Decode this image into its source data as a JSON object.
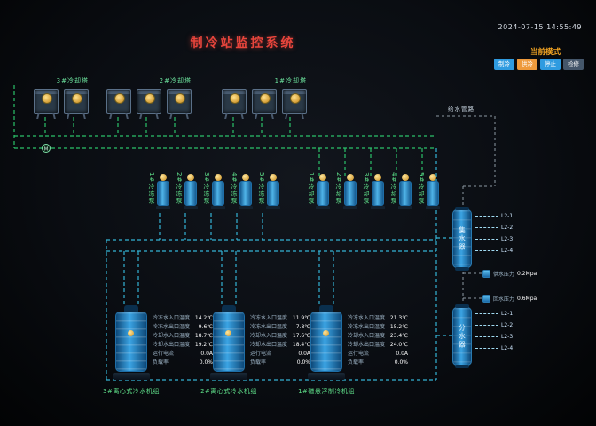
{
  "header": {
    "title": "制冷站监控系统",
    "timestamp": "2024-07-15  14:55:49"
  },
  "mode": {
    "label": "当前模式",
    "buttons": [
      {
        "label": "制冷"
      },
      {
        "label": "供冷"
      },
      {
        "label": "停止"
      },
      {
        "label": "检修"
      }
    ]
  },
  "colors": {
    "title_red": "#e8453c",
    "mode_orange": "#f5a623",
    "pipe_green": "#2fd573",
    "pipe_cyan": "#39c5ea",
    "equipment_blue": "#3ba4e4"
  },
  "cooling_towers": {
    "groups": [
      {
        "label": "3#冷却塔"
      },
      {
        "label": "2#冷却塔"
      },
      {
        "label": "1#冷却塔"
      }
    ]
  },
  "supply_line": {
    "label": "给水管路"
  },
  "valve": {
    "symbol": "M"
  },
  "pumps": {
    "chilled": [
      {
        "label": "1#冷冻泵"
      },
      {
        "label": "2#冷冻泵"
      },
      {
        "label": "3#冷冻泵"
      },
      {
        "label": "4#冷冻泵"
      },
      {
        "label": "5#冷冻泵"
      }
    ],
    "cooling": [
      {
        "label": "1#冷却泵"
      },
      {
        "label": "2#冷却泵"
      },
      {
        "label": "3#冷却泵"
      },
      {
        "label": "4#冷却泵"
      },
      {
        "label": "5#冷却泵"
      }
    ]
  },
  "chillers": [
    {
      "name": "3#离心式冷水机组",
      "rows": [
        {
          "label": "冷冻水入口温度",
          "value": "14.2℃"
        },
        {
          "label": "冷冻水出口温度",
          "value": "9.6℃"
        },
        {
          "label": "冷却水入口温度",
          "value": "18.7℃"
        },
        {
          "label": "冷却水出口温度",
          "value": "19.2℃"
        },
        {
          "label": "运行电流",
          "value": "0.0A"
        },
        {
          "label": "负载率",
          "value": "0.0%"
        }
      ]
    },
    {
      "name": "2#离心式冷水机组",
      "rows": [
        {
          "label": "冷冻水入口温度",
          "value": "11.9℃"
        },
        {
          "label": "冷冻水出口温度",
          "value": "7.8℃"
        },
        {
          "label": "冷却水入口温度",
          "value": "17.6℃"
        },
        {
          "label": "冷却水出口温度",
          "value": "18.4℃"
        },
        {
          "label": "运行电流",
          "value": "0.0A"
        },
        {
          "label": "负载率",
          "value": "0.0%"
        }
      ]
    },
    {
      "name": "1#磁悬浮制冷机组",
      "rows": [
        {
          "label": "冷冻水入口温度",
          "value": "21.3℃"
        },
        {
          "label": "冷冻水出口温度",
          "value": "15.2℃"
        },
        {
          "label": "冷却水入口温度",
          "value": "23.4℃"
        },
        {
          "label": "冷却水出口温度",
          "value": "24.0℃"
        },
        {
          "label": "运行电流",
          "value": "0.0A"
        },
        {
          "label": "负载率",
          "value": "0.0%"
        }
      ]
    }
  ],
  "collector": {
    "name": "集水器",
    "branches": [
      {
        "label": "L2-1"
      },
      {
        "label": "L2-2"
      },
      {
        "label": "L2-3"
      },
      {
        "label": "L2-4"
      }
    ]
  },
  "distributor": {
    "name": "分水器",
    "branches": [
      {
        "label": "L2-1"
      },
      {
        "label": "L2-2"
      },
      {
        "label": "L2-3"
      },
      {
        "label": "L2-4"
      }
    ]
  },
  "sensors": [
    {
      "label": "供水压力",
      "value": "0.2Mpa"
    },
    {
      "label": "回水压力",
      "value": "0.6Mpa"
    }
  ]
}
